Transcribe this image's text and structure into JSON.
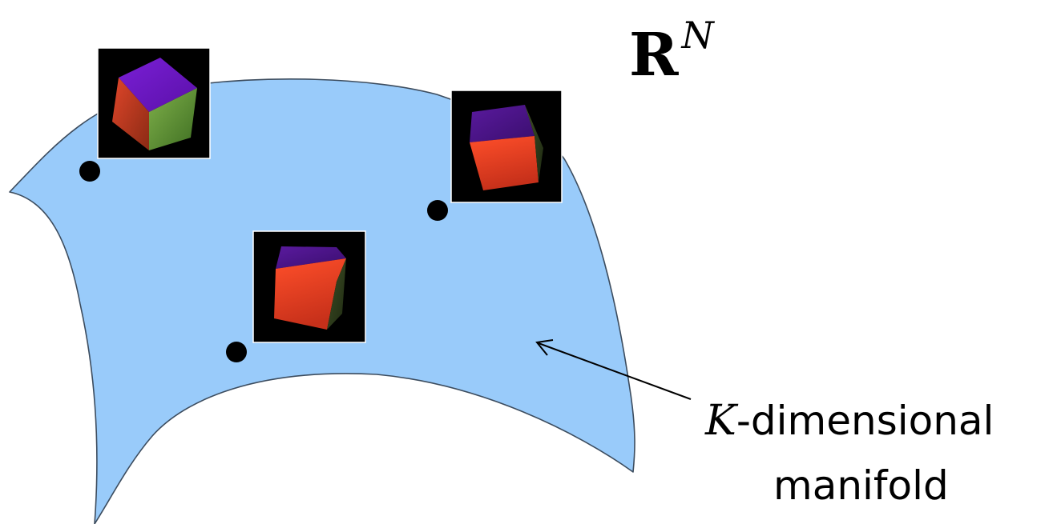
{
  "ambient_space": {
    "base": "R",
    "superscript": "N"
  },
  "manifold_label": {
    "variable": "K",
    "line1_suffix": "-dimensional",
    "line2": "manifold"
  },
  "colors": {
    "manifold_fill": "#99cbfa",
    "manifold_stroke": "#3c4c5e",
    "point": "#000000",
    "thumbnail_bg": "#000000"
  },
  "samples": [
    {
      "name": "cube-view-1",
      "cube_faces": [
        "purple-top",
        "red-left",
        "green-right"
      ]
    },
    {
      "name": "cube-view-2",
      "cube_faces": [
        "purple-top",
        "red-front",
        "olive-side"
      ]
    },
    {
      "name": "cube-view-3",
      "cube_faces": [
        "purple-top",
        "red-front",
        "olive-side"
      ]
    }
  ],
  "point_icon": "filled-circle",
  "arrow_icon": "arrow-left"
}
